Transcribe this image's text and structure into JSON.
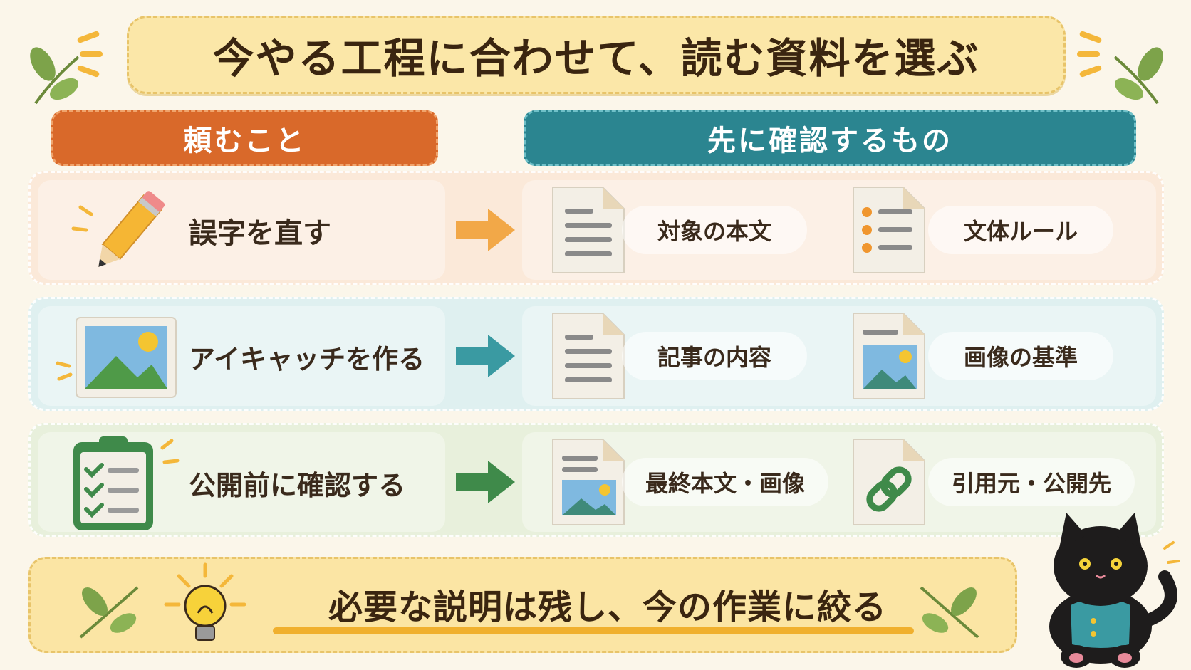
{
  "title": "今やる工程に合わせて、読む資料を選ぶ",
  "headers": {
    "left": "頼むこと",
    "right": "先に確認するもの"
  },
  "rows": [
    {
      "task": "誤字を直す",
      "items": [
        "対象の本文",
        "文体ルール"
      ]
    },
    {
      "task": "アイキャッチを作る",
      "items": [
        "記事の内容",
        "画像の基準"
      ]
    },
    {
      "task": "公開前に確認する",
      "items": [
        "最終本文・画像",
        "引用元・公開先"
      ]
    }
  ],
  "footer": "必要な説明は残し、今の作業に絞る",
  "colors": {
    "orange": "#d9692a",
    "teal": "#2b8590",
    "green": "#3f8a4a",
    "yellow": "#f4b73a"
  },
  "icons": {
    "row1_task": "pencil-icon",
    "row2_task": "image-icon",
    "row3_task": "checklist-clipboard-icon",
    "lightbulb": "lightbulb-icon",
    "mascot": "black-cat-mascot"
  }
}
